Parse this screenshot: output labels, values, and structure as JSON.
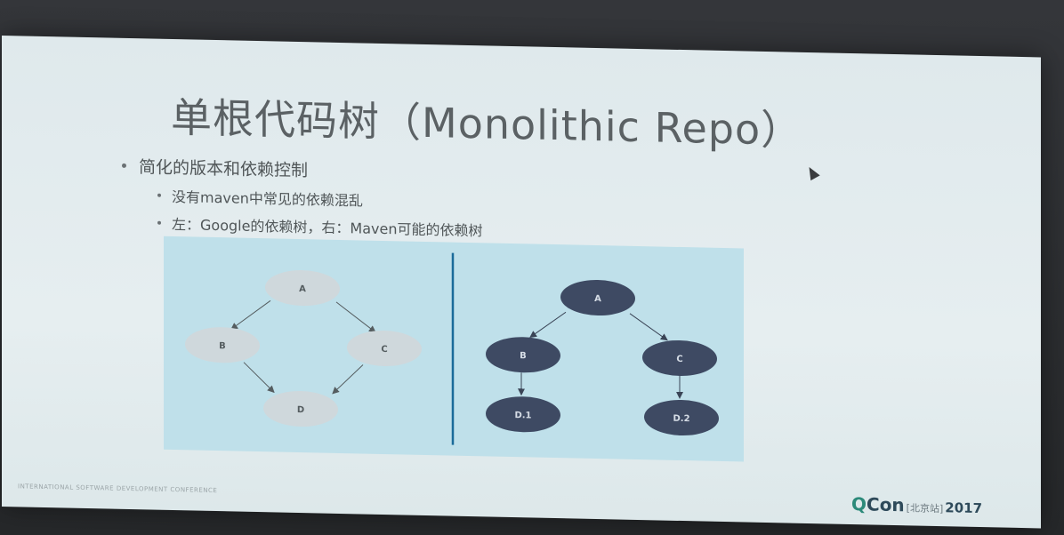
{
  "slide": {
    "title": "单根代码树（Monolithic Repo）",
    "bullets": [
      {
        "text": "简化的版本和依赖控制"
      },
      {
        "text": "没有maven中常见的依赖混乱"
      },
      {
        "text": "左：Google的依赖树，右：Maven可能的依赖树"
      }
    ]
  },
  "diagram": {
    "left_tree": {
      "nodes": [
        "A",
        "B",
        "C",
        "D"
      ]
    },
    "right_tree": {
      "nodes": [
        "A",
        "B",
        "C",
        "D.1",
        "D.2"
      ]
    }
  },
  "footer": {
    "conference": "INTERNATIONAL SOFTWARE DEVELOPMENT CONFERENCE",
    "brand_q": "Q",
    "brand_rest": "Con",
    "city": "[北京站]",
    "year": "2017"
  },
  "colors": {
    "slide_bg": "#e3ecee",
    "diagram_bg": "#bfe0ea",
    "left_node": "#cfd8dc",
    "right_node": "#3e4a63",
    "divider": "#1a6b9a"
  }
}
